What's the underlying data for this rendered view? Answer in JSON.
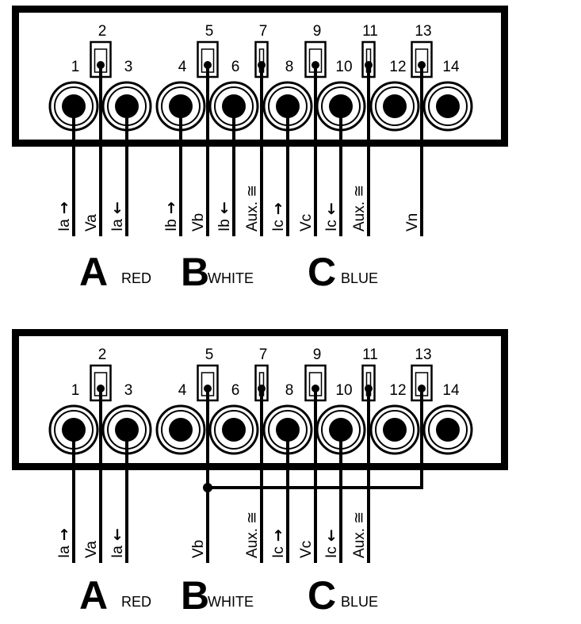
{
  "terminal_numbers": [
    "1",
    "2",
    "3",
    "4",
    "5",
    "6",
    "7",
    "8",
    "9",
    "10",
    "11",
    "12",
    "13",
    "14"
  ],
  "phases": [
    {
      "letter": "A",
      "color": "RED"
    },
    {
      "letter": "B",
      "color": "WHITE"
    },
    {
      "letter": "C",
      "color": "BLUE"
    }
  ],
  "diagrams": [
    {
      "name": "four-wire-wye",
      "wires": [
        {
          "terminal": 1,
          "label": "Ia",
          "arrow": "up"
        },
        {
          "terminal": 2,
          "label": "Va"
        },
        {
          "terminal": 3,
          "label": "Ia",
          "arrow": "down"
        },
        {
          "terminal": 4,
          "label": "Ib",
          "arrow": "up"
        },
        {
          "terminal": 5,
          "label": "Vb"
        },
        {
          "terminal": 6,
          "label": "Ib",
          "arrow": "down"
        },
        {
          "terminal": 7,
          "label": "Aux. ≅"
        },
        {
          "terminal": 8,
          "label": "Ic",
          "arrow": "up"
        },
        {
          "terminal": 9,
          "label": "Vc"
        },
        {
          "terminal": 10,
          "label": "Ic",
          "arrow": "down"
        },
        {
          "terminal": 11,
          "label": "Aux. ≅"
        },
        {
          "terminal": 13,
          "label": "Vn"
        }
      ],
      "jumper": false
    },
    {
      "name": "three-wire-delta",
      "wires": [
        {
          "terminal": 1,
          "label": "Ia",
          "arrow": "up"
        },
        {
          "terminal": 2,
          "label": "Va"
        },
        {
          "terminal": 3,
          "label": "Ia",
          "arrow": "down"
        },
        {
          "terminal": 5,
          "label": "Vb"
        },
        {
          "terminal": 7,
          "label": "Aux. ≅"
        },
        {
          "terminal": 8,
          "label": "Ic",
          "arrow": "up"
        },
        {
          "terminal": 9,
          "label": "Vc"
        },
        {
          "terminal": 10,
          "label": "Ic",
          "arrow": "down"
        },
        {
          "terminal": 11,
          "label": "Aux. ≅"
        }
      ],
      "jumper": true,
      "jumper_terminals": [
        5,
        13
      ]
    }
  ]
}
